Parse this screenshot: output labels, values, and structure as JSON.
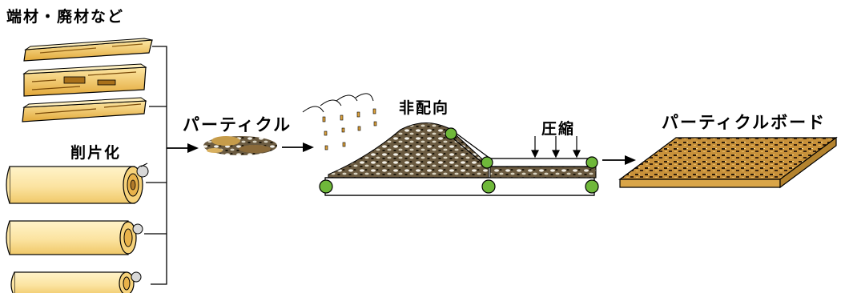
{
  "labels": {
    "source_material": "端材・廃材など",
    "chipping": "削片化",
    "particles": "パーティクル",
    "random_orientation": "非配向",
    "compression": "圧縮",
    "particleboard": "パーティクルボード"
  },
  "colors": {
    "wood_light": "#fbe7a8",
    "wood_mid": "#f2c85a",
    "wood_dark": "#c98a1c",
    "roller_green": "#6fb83a",
    "chip_dark": "#3a3022",
    "board_brown": "#b07a2a",
    "outline": "#000000"
  },
  "icons": {
    "arrow": "right-arrow-icon",
    "roller": "roller-icon",
    "chip": "wood-chip-icon"
  }
}
